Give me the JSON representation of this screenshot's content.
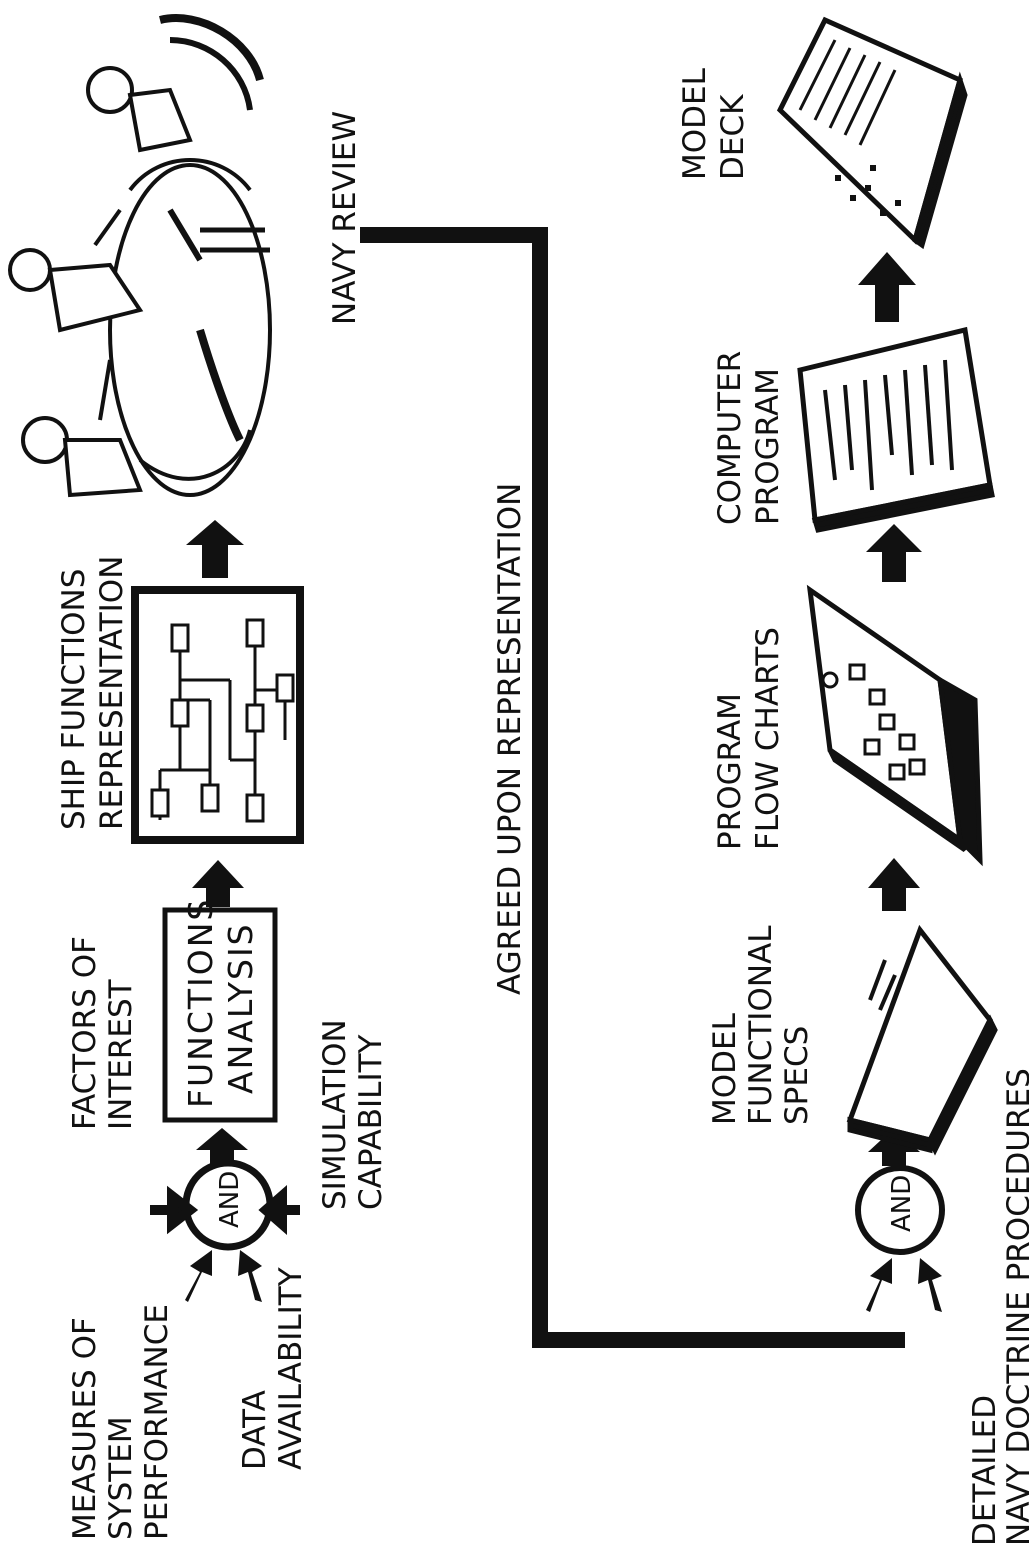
{
  "inputs": {
    "measures": [
      "MEASURES OF",
      "SYSTEM",
      "PERFORMANCE"
    ],
    "data": [
      "DATA",
      "AVAILABILITY"
    ],
    "factors": [
      "FACTORS OF",
      "INTEREST"
    ],
    "simulation": [
      "SIMULATION",
      "CAPABILITY"
    ]
  },
  "gate_top": "AND",
  "gate_bottom": "AND",
  "functions_analysis": [
    "FUNCTIONS",
    "ANALYSIS"
  ],
  "ship_functions": [
    "SHIP FUNCTIONS",
    "REPRESENTATION"
  ],
  "navy_review": "NAVY REVIEW",
  "agreed_upon": "AGREED UPON REPRESENTATION",
  "detailed": [
    "DETAILED",
    "NAVY DOCTRINE PROCEDURES"
  ],
  "model_specs": [
    "MODEL",
    "FUNCTIONAL",
    "SPECS"
  ],
  "program_flow": [
    "PROGRAM",
    "FLOW CHARTS"
  ],
  "computer_program": [
    "COMPUTER",
    "PROGRAM"
  ],
  "model_deck": [
    "MODEL",
    "DECK"
  ],
  "colors": {
    "ink": "#111111",
    "paper": "#ffffff"
  }
}
